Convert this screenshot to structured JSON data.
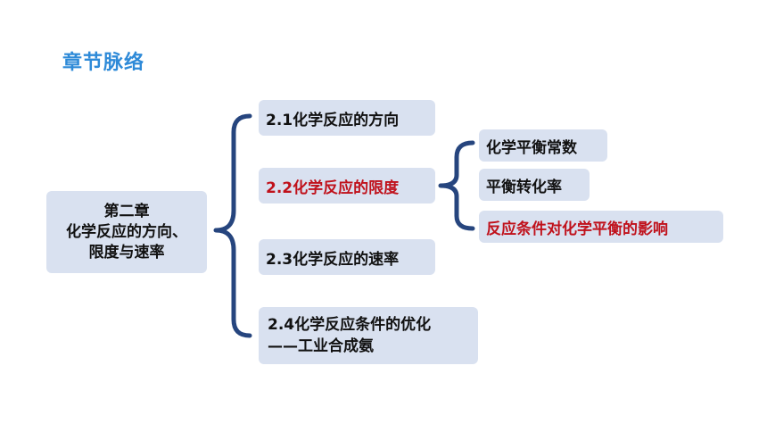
{
  "header": {
    "title": "章节脉络"
  },
  "root": {
    "line1": "第二章",
    "line2": "化学反应的方向、",
    "line3": "限度与速率"
  },
  "sections": [
    {
      "label": "2.1化学反应的方向"
    },
    {
      "label": "2.2化学反应的限度"
    },
    {
      "label": "2.3化学反应的速率"
    },
    {
      "line1": "2.4化学反应条件的优化",
      "line2": "——工业合成氨"
    }
  ],
  "subtopics": [
    {
      "label": "化学平衡常数"
    },
    {
      "label": "平衡转化率"
    },
    {
      "label": "反应条件对化学平衡的影响"
    }
  ],
  "colors": {
    "title": "#2e8ad8",
    "box_fill": "#d9e1f0",
    "bracket": "#26457e",
    "highlight": "#c0111b"
  }
}
